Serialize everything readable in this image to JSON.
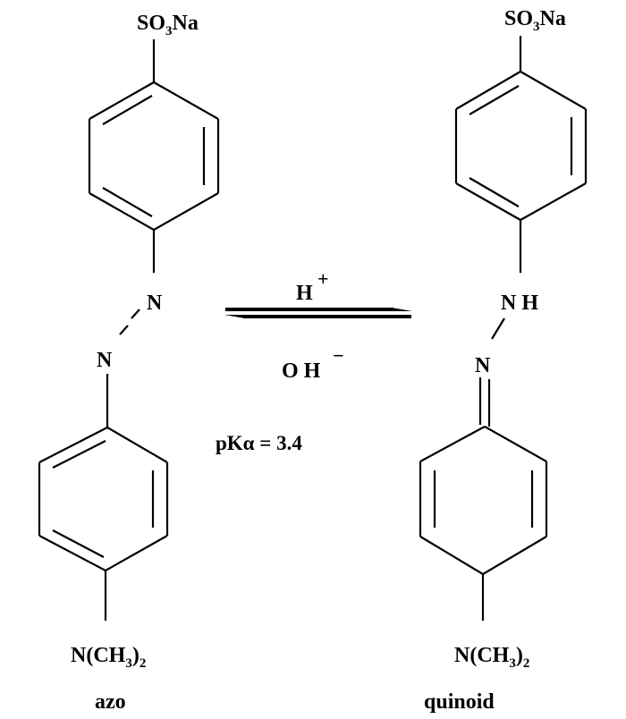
{
  "left_molecule": {
    "top_group": {
      "main": "SO",
      "sub": "3",
      "tail": "Na"
    },
    "azo_n_upper": "N",
    "azo_n_lower": "N",
    "bottom_group": {
      "main": "N(CH",
      "sub": "3",
      "close": ")",
      "sub2": "2"
    },
    "name": "azo"
  },
  "right_molecule": {
    "top_group": {
      "main": "SO",
      "sub": "3",
      "tail": "Na"
    },
    "nh_label": "N H",
    "n_label": "N",
    "bottom_group": {
      "main": "N(CH",
      "sub": "3",
      "close": ")",
      "sub2": "2"
    },
    "name": "quinoid"
  },
  "equilibrium": {
    "forward_reagent": "H",
    "forward_charge": "+",
    "reverse_reagent": "O H",
    "reverse_charge": "−"
  },
  "pka_label": "pKα = 3.4"
}
